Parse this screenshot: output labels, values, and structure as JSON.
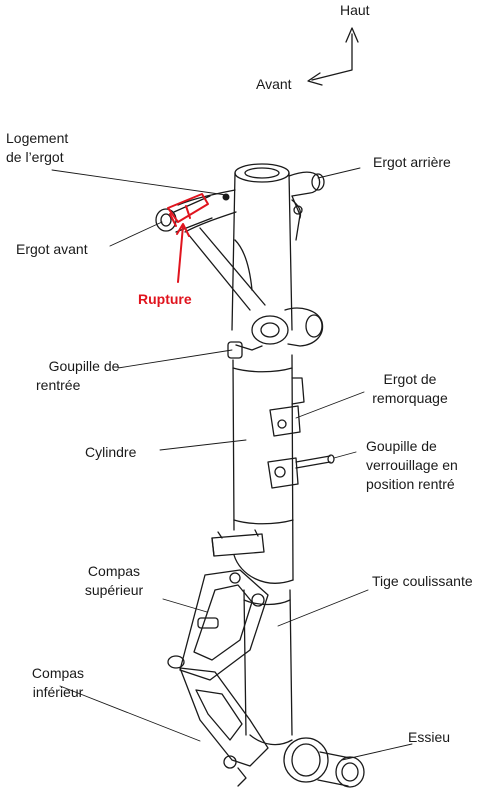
{
  "orientation": {
    "up_label": "Haut",
    "forward_label": "Avant"
  },
  "labels": {
    "logement_line1": "Logement",
    "logement_line2": "de l’ergot",
    "ergot_arriere": "Ergot arrière",
    "ergot_avant": "Ergot avant",
    "rupture": "Rupture",
    "goupille_rentree_line1": "Goupille de",
    "goupille_rentree_line2": "rentrée",
    "ergot_remorquage_line1": "Ergot de",
    "ergot_remorquage_line2": "remorquage",
    "cylindre": "Cylindre",
    "goupille_verrou_line1": "Goupille de",
    "goupille_verrou_line2": "verrouillage en",
    "goupille_verrou_line3": "position rentré",
    "compas_sup_line1": "Compas",
    "compas_sup_line2": "supérieur",
    "tige": "Tige coulissante",
    "compas_inf_line1": "Compas",
    "compas_inf_line2": "inférieur",
    "essieu": "Essieu"
  },
  "colors": {
    "ink": "#1a1a1a",
    "rupture": "#e0141e"
  }
}
